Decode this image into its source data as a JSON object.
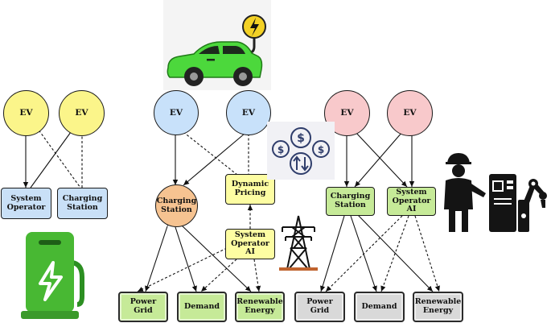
{
  "colors": {
    "ev_left": "#fbf58a",
    "ev_middle": "#c8e1fa",
    "ev_right": "#f8c9cb",
    "blue_box": "#c9e0f7",
    "orange_circle": "#f6c391",
    "yellow_box": "#fdfda2",
    "green_box": "#c6ea98",
    "gray_box": "#d9d9d9",
    "charger_green": "#48b833",
    "car_green": "#4cd83c",
    "pole_yellow": "#f3d125"
  },
  "left_group": {
    "ev1": "EV",
    "ev2": "EV",
    "system_operator": "System\nOperator",
    "charging_station": "Charging\nStation"
  },
  "middle_group": {
    "ev1": "EV",
    "ev2": "EV",
    "charging_station": "Charging\nStation",
    "dynamic_pricing": "Dynamic\nPricing",
    "system_operator_ai": "System\nOperator\nAI",
    "power_grid": "Power\nGrid",
    "demand": "Demand",
    "renewable_energy": "Renewable\nEnergy"
  },
  "right_group": {
    "ev1": "EV",
    "ev2": "EV",
    "charging_station": "Charging\nStation",
    "system_operator_ai": "System\nOperator\nAI",
    "power_grid": "Power\nGrid",
    "demand": "Demand",
    "renewable_energy": "Renewable\nEnergy"
  },
  "icons": [
    "electric-car-icon",
    "charging-station-icon",
    "dynamic-pricing-coins-icon",
    "transmission-tower-icon",
    "engineer-robot-icon"
  ]
}
